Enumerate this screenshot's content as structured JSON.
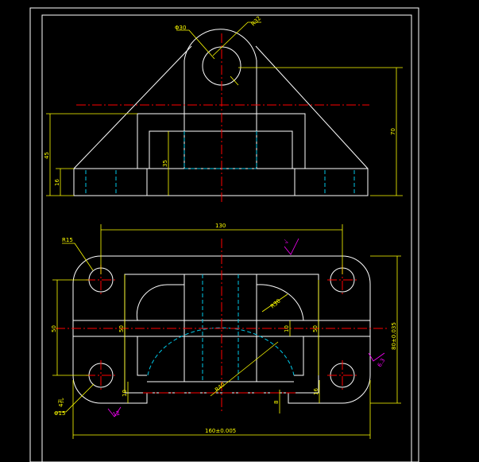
{
  "colors": {
    "background": "#000000",
    "frame": "#ffffff",
    "outline": "#ffffff",
    "dimension": "#ffff00",
    "centerline": "#ff0000",
    "hidden": "#00c8e8",
    "roughness": "#ff00ff"
  },
  "front_view": {
    "dims": {
      "hole_dia": "Φ30",
      "boss_radius": "R32",
      "height_70": "70",
      "height_45": "45",
      "height_16": "16",
      "height_35": "35"
    }
  },
  "top_view": {
    "dims": {
      "width_130": "130",
      "overall_width": "160±0.005",
      "overall_depth": "80±0.035",
      "depth_50_left": "50",
      "depth_50_right": "50",
      "width_50": "50",
      "gap_10_center": "10",
      "gap_10_left": "10",
      "gap_16": "16",
      "gap_8": "8",
      "corner_radius": "R15",
      "slot_radius": "R30",
      "arc_radius": "R40",
      "hole_label": "4孔",
      "hole_dia": "Φ15"
    },
    "roughness": {
      "top": "√",
      "right": "6.3",
      "bottom": "12"
    }
  }
}
